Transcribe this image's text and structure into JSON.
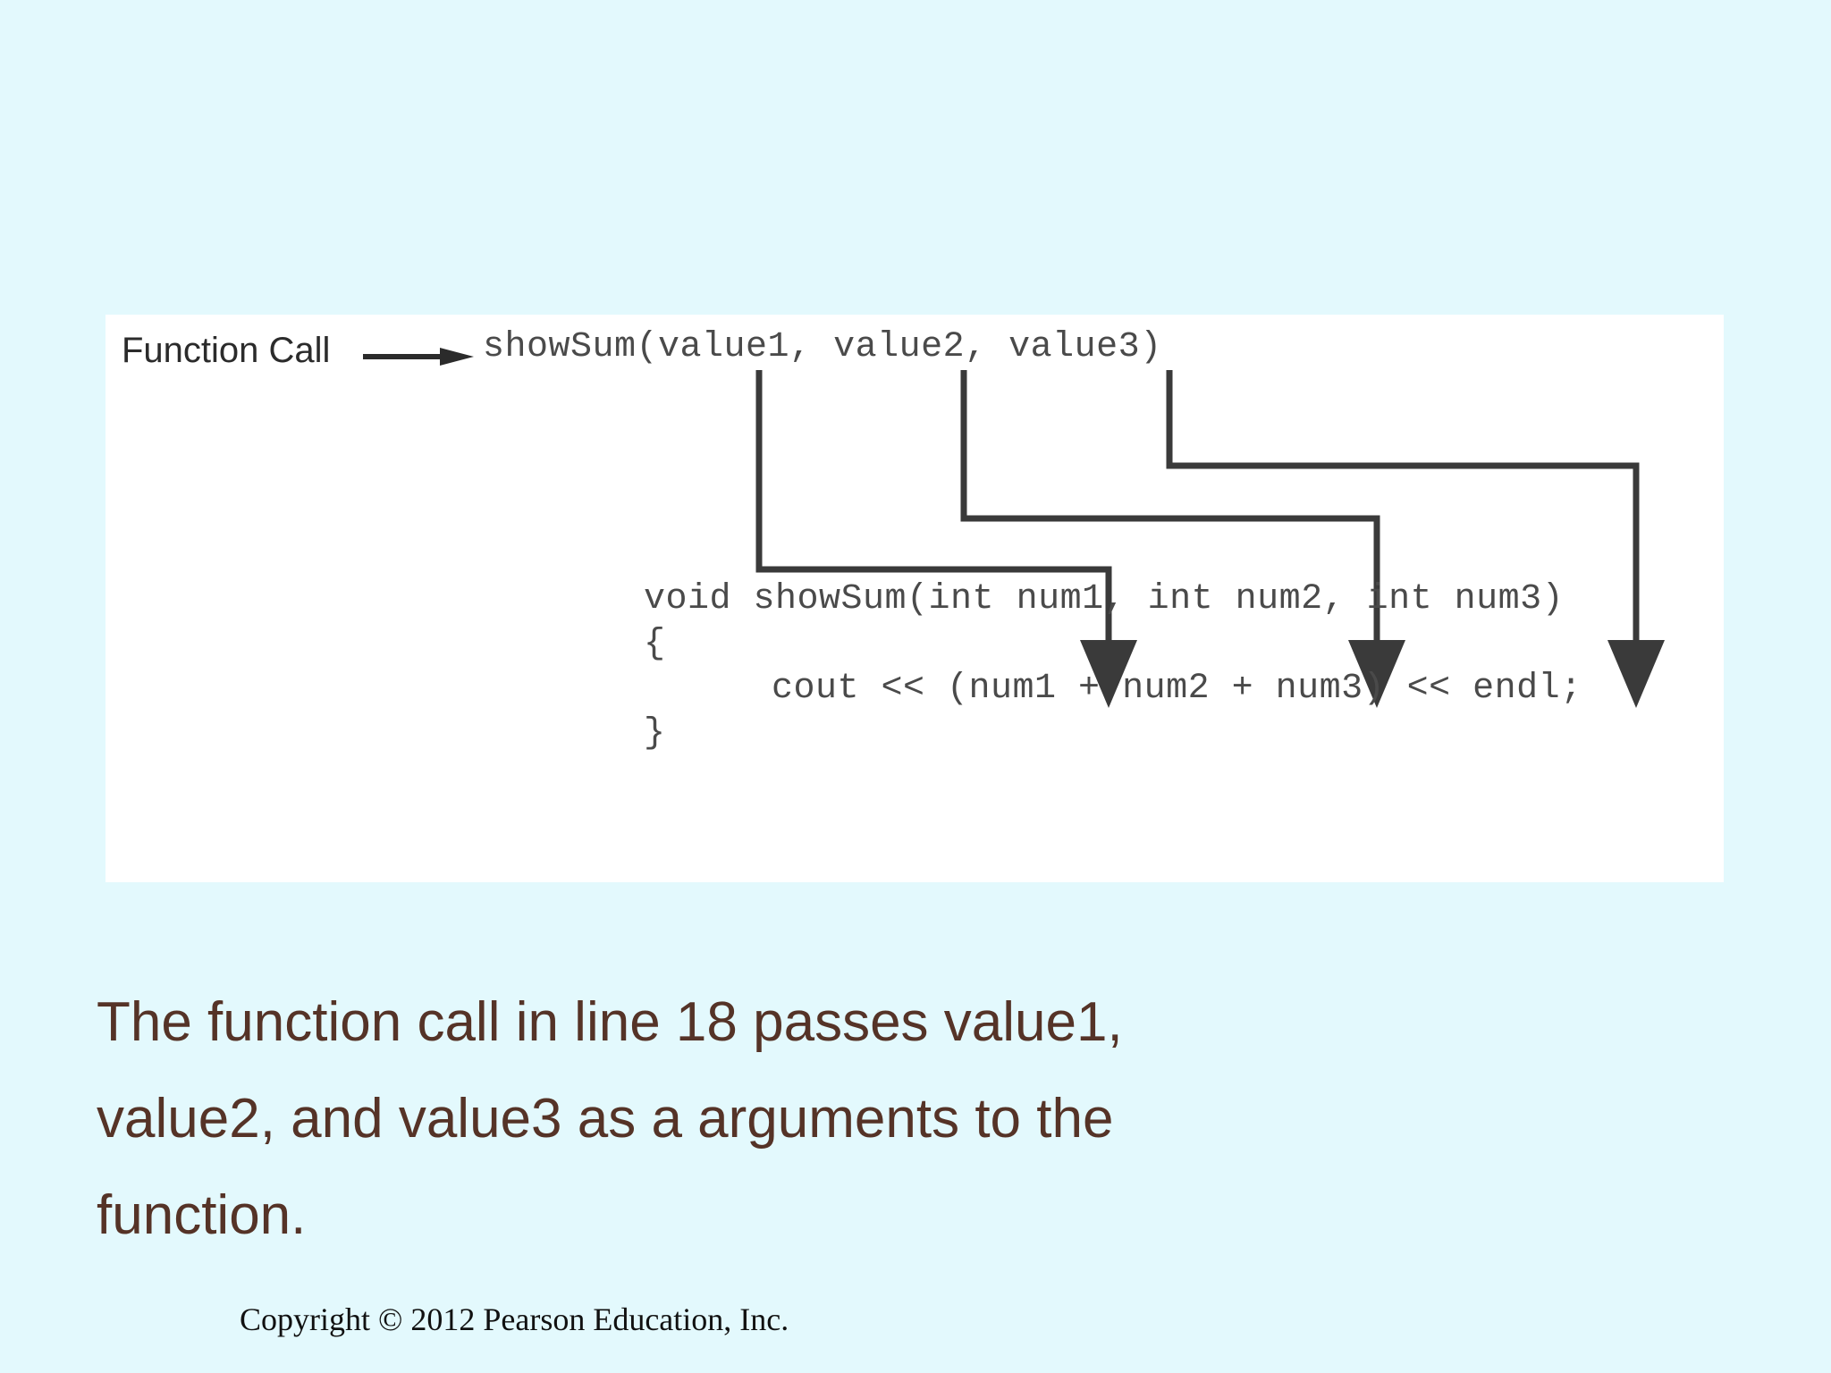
{
  "slide": {
    "background_color": "#e3f9fd",
    "panel_background_color": "#ffffff",
    "connector_color": "#3a3a3a",
    "code_color": "#4a4a4a",
    "caption_color": "#553327"
  },
  "figure": {
    "call_label": "Function Call",
    "arrow_icon_name": "right-arrow-icon",
    "code": {
      "call_line": "showSum(value1, value2, value3)",
      "signature_line": "void showSum(int num1, int num2, int num3)",
      "open_brace": "{",
      "body_line": "cout << (num1 + num2 + num3) << endl;",
      "close_brace": "}"
    },
    "arguments": [
      "value1",
      "value2",
      "value3"
    ],
    "parameters": [
      "num1",
      "num2",
      "num3"
    ],
    "connectors": [
      {
        "from": "value1",
        "to": "num1"
      },
      {
        "from": "value2",
        "to": "num2"
      },
      {
        "from": "value3",
        "to": "num3"
      }
    ]
  },
  "caption": {
    "lines": [
      "The function call in line 18 passes value1,",
      "value2, and value3 as a arguments to the",
      "function."
    ]
  },
  "footer": {
    "copyright": "Copyright © 2012 Pearson Education, Inc."
  }
}
